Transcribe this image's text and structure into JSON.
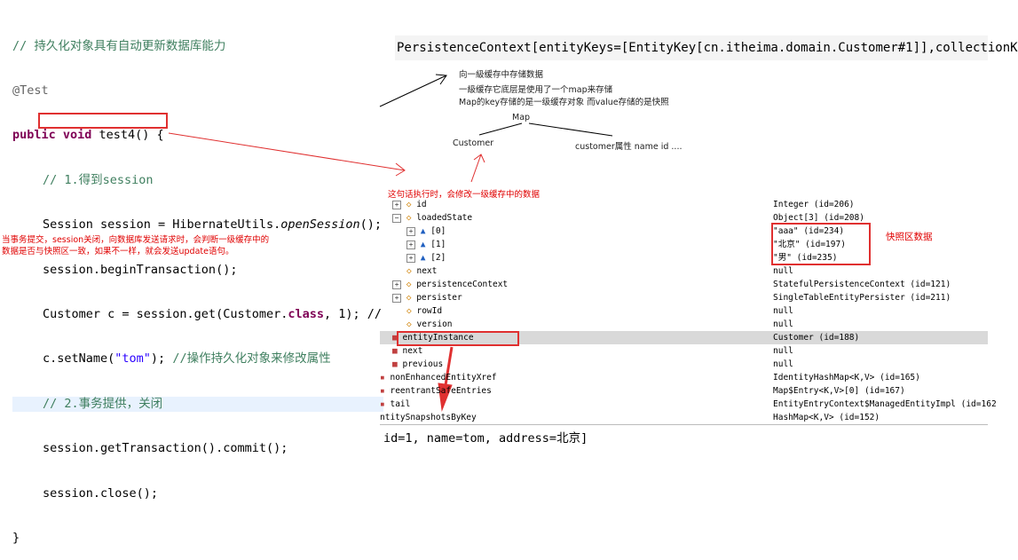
{
  "code": {
    "comment_top": "// 持久化对象具有自动更新数据库能力",
    "annotation": "@Test",
    "sig_kw": "public void",
    "sig_rest": " test4() {",
    "c1": "// 1.得到session",
    "l_session": "Session session = HibernateUtils.",
    "l_session_m": "openSession",
    "l_session_end": "();",
    "l_begin": "session.beginTransaction();",
    "l_get_a": "Customer c = session.get(Customer.",
    "l_get_kw": "class",
    "l_get_b": ", 1); //",
    "l_set_a": "c.setName(",
    "l_set_str": "\"tom\"",
    "l_set_b": ");",
    "l_set_cmt": " //操作持久化对象来修改属性",
    "c2": "// 2.事务提供，关闭",
    "l_commit": "session.getTransaction().commit();",
    "l_close": "session.close();",
    "close_brace": "}"
  },
  "persistence_line": "PersistenceContext[entityKeys=[EntityKey[cn.itheima.domain.Customer#1]],collectionK",
  "notes": {
    "n1": "向一級缓存中存储数据",
    "n2": "一級缓存它底层是使用了一个map来存储",
    "n3": "Map的key存储的是一级缓存对象 而value存储的是快照",
    "map": "Map",
    "customer": "Customer",
    "customer_attr": "customer属性 name id ....",
    "red_exec": "这句话执行时，会修改一级缓存中的数据",
    "red_left_1": "当事务提交，session关闭，向数据库发送请求时，会判断一级缓存中的",
    "red_left_2": "数据是否与快照区一致，如果不一样，就会发送update语句。",
    "snapshot": "快照区数据"
  },
  "variables": [
    {
      "name": "id",
      "value": "Integer  (id=206)"
    },
    {
      "name": "loadedState",
      "value": "Object[3]  (id=208)"
    },
    {
      "name": "[0]",
      "value": "\"aaa\" (id=234)"
    },
    {
      "name": "[1]",
      "value": "\"北京\" (id=197)"
    },
    {
      "name": "[2]",
      "value": "\"男\" (id=235)"
    },
    {
      "name": "next",
      "value": "null"
    },
    {
      "name": "persistenceContext",
      "value": "StatefulPersistenceContext  (id=121)"
    },
    {
      "name": "persister",
      "value": "SingleTableEntityPersister  (id=211)"
    },
    {
      "name": "rowId",
      "value": "null"
    },
    {
      "name": "version",
      "value": "null"
    },
    {
      "name": "entityInstance",
      "value": "Customer  (id=188)"
    },
    {
      "name": "next",
      "value": "null"
    },
    {
      "name": "previous",
      "value": "null"
    },
    {
      "name": "nonEnhancedEntityXref",
      "value": "IdentityHashMap<K,V>  (id=165)"
    },
    {
      "name": "reentrantSafeEntries",
      "value": "Map$Entry<K,V>[0]  (id=167)"
    },
    {
      "name": "tail",
      "value": "EntityEntryContext$ManagedEntityImpl  (id=162"
    },
    {
      "name": "ntitySnapshotsByKey",
      "value": "HashMap<K,V>  (id=152)"
    }
  ],
  "bottom_detail": "id=1, name=tom, address=北京]",
  "colors": {
    "red": "#e03030",
    "comment": "#3f7f5f",
    "keyword": "#7f0055",
    "string": "#2a00ff"
  }
}
